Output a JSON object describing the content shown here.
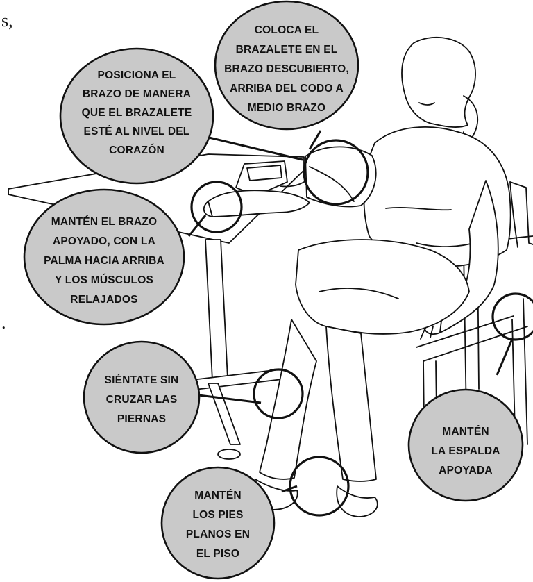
{
  "edge_fragments": {
    "top_left": "s,",
    "mid_left": "."
  },
  "callouts": {
    "arm_position": [
      "POSICIONA EL",
      "BRAZO DE MANERA",
      "QUE EL BRAZALETE",
      "ESTÉ AL NIVEL DEL",
      "CORAZÓN"
    ],
    "cuff_placement": [
      "COLOCA EL",
      "BRAZALETE EN EL",
      "BRAZO DESCUBIERTO,",
      "ARRIBA DEL CODO A",
      "MEDIO BRAZO"
    ],
    "arm_support": [
      "MANTÉN EL BRAZO",
      "APOYADO, CON LA",
      "PALMA HACIA ARRIBA",
      "Y LOS MÚSCULOS",
      "RELAJADOS"
    ],
    "legs": [
      "SIÉNTATE SIN",
      "CRUZAR LAS",
      "PIERNAS"
    ],
    "back": [
      "MANTÉN",
      "LA ESPALDA",
      "APOYADA"
    ],
    "feet": [
      "MANTÉN",
      "LOS PIES",
      "PLANOS EN",
      "EL PISO"
    ]
  },
  "colors": {
    "bubble_fill": "#c9c9c9",
    "ink": "#111111",
    "background": "#ffffff"
  }
}
